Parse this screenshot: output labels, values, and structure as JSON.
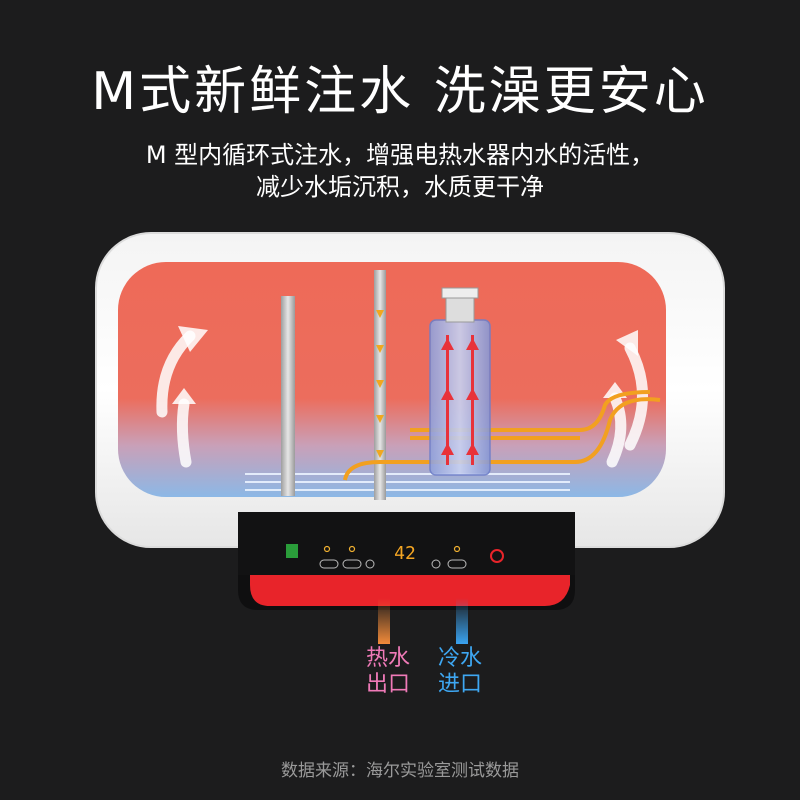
{
  "title": "M式新鲜注水  洗澡更安心",
  "subtitle_line1": "M 型内循环式注水，增强电热水器内水的活性，",
  "subtitle_line2": "减少水垢沉积，水质更干净",
  "display_temp": "42",
  "outlets": {
    "hot": {
      "line1": "热水",
      "line2": "出口",
      "color": "#f07ab8"
    },
    "cold": {
      "line1": "冷水",
      "line2": "进口",
      "color": "#3ea7f2"
    }
  },
  "footer": "数据来源：海尔实验室测试数据",
  "colors": {
    "background": "#1c1c1d",
    "tank_hot": "#ee6a58",
    "tank_cold": "#8cb8e6",
    "panel": "#111111",
    "panel_accent": "#e8242a"
  }
}
